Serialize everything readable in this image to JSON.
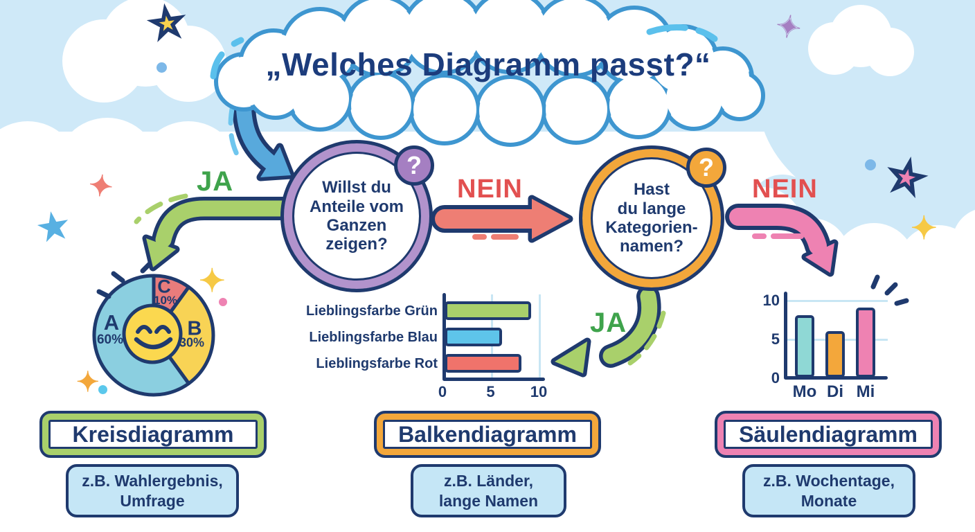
{
  "title": "„Welches Diagramm passt?“",
  "flow": {
    "q1": {
      "text": "Willst du\nAnteile vom\nGanzen\nzeigen?",
      "badge": "?",
      "yes": "JA",
      "no": "NEIN"
    },
    "q2": {
      "text": "Hast\ndu lange\nKategorien-\nnamen?",
      "badge": "?",
      "yes": "JA",
      "no": "NEIN"
    }
  },
  "results": [
    {
      "name": "Kreisdiagramm",
      "example": "z.B. Wahlergebnis,\nUmfrage",
      "accent": "#a9d06b"
    },
    {
      "name": "Balkendiagramm",
      "example": "z.B. Länder,\nlange Namen",
      "accent": "#f3a73b"
    },
    {
      "name": "Säulendiagramm",
      "example": "z.B. Wochentage,\nMonate",
      "accent": "#ee82b2"
    }
  ],
  "chart_data": [
    {
      "type": "pie",
      "title": "Kreisdiagramm",
      "slices": [
        {
          "label": "C",
          "value": 10,
          "display": "10%",
          "color": "#e87c7c"
        },
        {
          "label": "B",
          "value": 30,
          "display": "30%",
          "color": "#f8d355"
        },
        {
          "label": "A",
          "value": 60,
          "display": "60%",
          "color": "#8bcfe0"
        }
      ],
      "start_angle_deg": 0,
      "clockwise": true,
      "center_icon": "smiley-face"
    },
    {
      "type": "bar",
      "orientation": "horizontal",
      "title": "Balkendiagramm",
      "categories": [
        "Lieblingsfarbe Grün",
        "Lieblingsfarbe Blau",
        "Lieblingsfarbe Rot"
      ],
      "values": [
        9,
        6,
        8
      ],
      "colors": [
        "#a9d06b",
        "#5ec4ea",
        "#f0736b"
      ],
      "xlim": [
        0,
        10
      ],
      "ticks": [
        0,
        5,
        10
      ],
      "grid": true
    },
    {
      "type": "bar",
      "orientation": "vertical",
      "title": "Säulendiagramm",
      "categories": [
        "Mo",
        "Di",
        "Mi"
      ],
      "values": [
        8,
        6,
        9
      ],
      "colors": [
        "#8fd8d5",
        "#f3a73b",
        "#ee82b2"
      ],
      "ylim": [
        0,
        10
      ],
      "ticks": [
        0,
        5,
        10
      ],
      "grid": true
    }
  ],
  "colors": {
    "outline_navy": "#1f3a6e",
    "yes_green": "#3fa34c",
    "no_red": "#e25050",
    "arrow_green": "#a9d06b",
    "arrow_red": "#ee7e74",
    "arrow_pink": "#ee82b2",
    "arrow_blue": "#58a9dc",
    "ring_purple": "#b293cc",
    "ring_orange": "#f3a73b",
    "sky_blue": "#cfe9f8",
    "example_box_blue": "#c5e6f6"
  },
  "decorations": {
    "sparkle_glyph": "✦",
    "star_glyph": "★"
  }
}
